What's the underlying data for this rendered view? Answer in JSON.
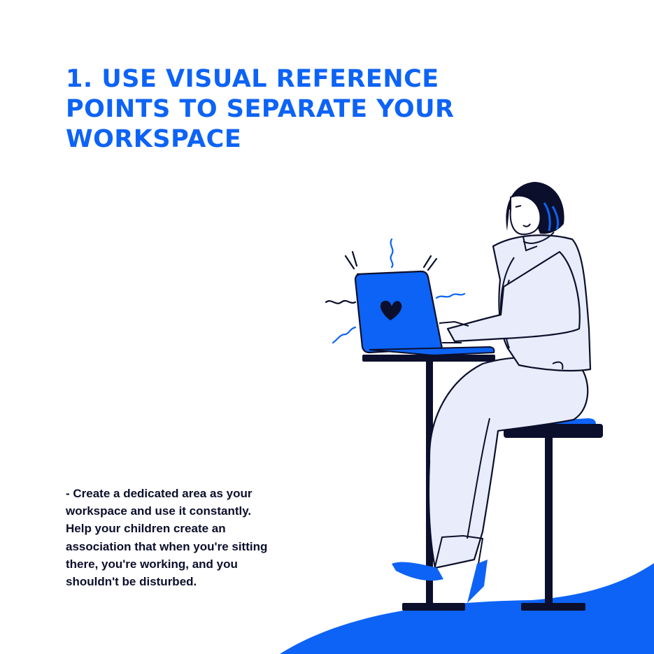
{
  "title": {
    "lines": [
      "1. USE VISUAL REFERENCE",
      "POINTS TO SEPARATE YOUR",
      "WORKSPACE"
    ]
  },
  "body": {
    "lines": [
      "- Create a dedicated area as your",
      "workspace and use it constantly.",
      "Help your children create an",
      "association that when you're sitting",
      "there, you're working, and you",
      "shouldn't be disturbed."
    ]
  },
  "colors": {
    "accent": "#0d63f5",
    "ink": "#0b0f2b",
    "clothing": "#e9ecfb",
    "background": "#ffffff"
  },
  "illustration": {
    "subject": "woman-working-at-laptop-icon",
    "laptop_symbol": "heart-icon"
  }
}
